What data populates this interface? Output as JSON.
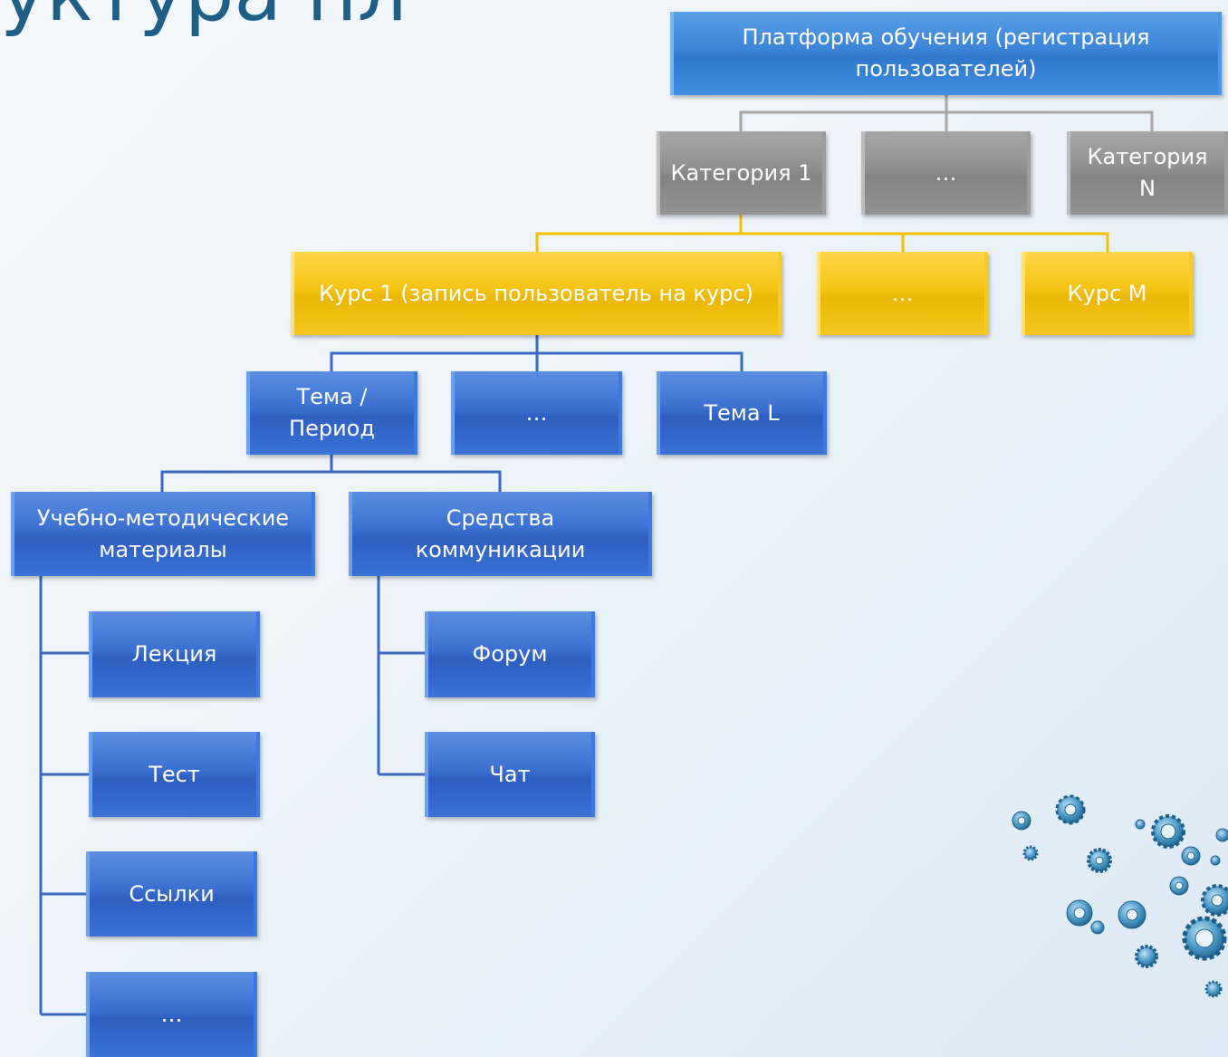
{
  "slide": {
    "title_fragment": "уктура пл"
  },
  "diagram": {
    "root": "Платформа обучения (регистрация пользователей)",
    "categories": [
      "Категория 1",
      "…",
      "Категория N"
    ],
    "courses": [
      "Курс 1 (запись пользователь на курс)",
      "…",
      "Курс M"
    ],
    "topics": [
      "Тема /\nПериод",
      "…",
      "Тема L"
    ],
    "groups": {
      "materials": {
        "label": "Учебно-методические материалы",
        "items": [
          "Лекция",
          "Тест",
          "Ссылки",
          "…"
        ]
      },
      "communication": {
        "label": "Средства коммуникации",
        "items": [
          "Форум",
          "Чат"
        ]
      }
    }
  },
  "colors": {
    "root": "#3b84d8",
    "category": "#8f8f8f",
    "course": "#f5c313",
    "topic": "#3a6fd0",
    "connector_gray": "#a6a6a6",
    "connector_gold": "#f2c200",
    "connector_blue": "#3a69c4"
  },
  "decoration": {
    "gears": "gears-decoration-icon"
  }
}
